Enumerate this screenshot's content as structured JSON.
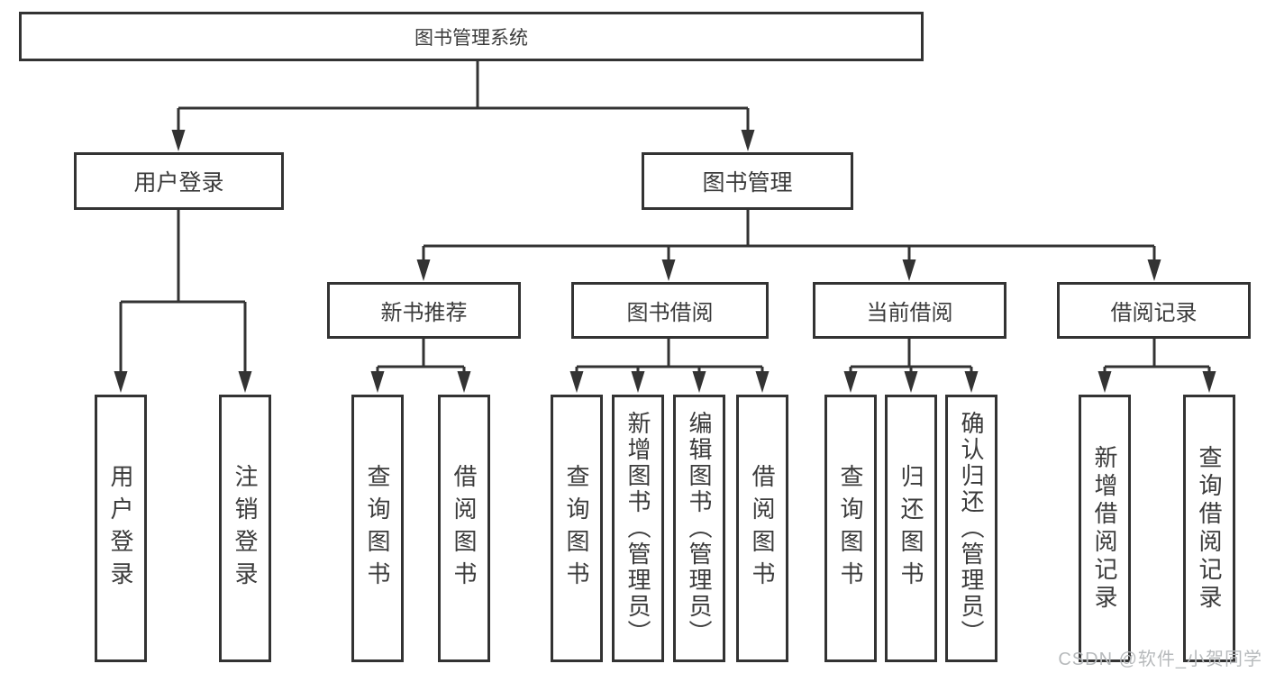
{
  "diagram": {
    "title": "图书管理系统",
    "level2": {
      "user_login": "用户登录",
      "book_management": "图书管理"
    },
    "level3": {
      "new_book_recommend": "新书推荐",
      "book_borrow": "图书借阅",
      "current_borrow": "当前借阅",
      "borrow_records": "借阅记录"
    },
    "leaves": {
      "user_login": [
        "用户登录",
        "注销登录"
      ],
      "new_book_recommend": [
        "查询图书",
        "借阅图书"
      ],
      "book_borrow": [
        "查询图书",
        "新增图书（管理员）",
        "编辑图书（管理员）",
        "借阅图书"
      ],
      "current_borrow": [
        "查询图书",
        "归还图书",
        "确认归还（管理员）"
      ],
      "borrow_records": [
        "新增借阅记录",
        "查询借阅记录"
      ]
    },
    "watermark": "CSDN @软件_小贺同学",
    "colors": {
      "line": "#333333",
      "text": "#3b3b3b",
      "watermark": "#b7babc",
      "background": "#ffffff"
    }
  }
}
